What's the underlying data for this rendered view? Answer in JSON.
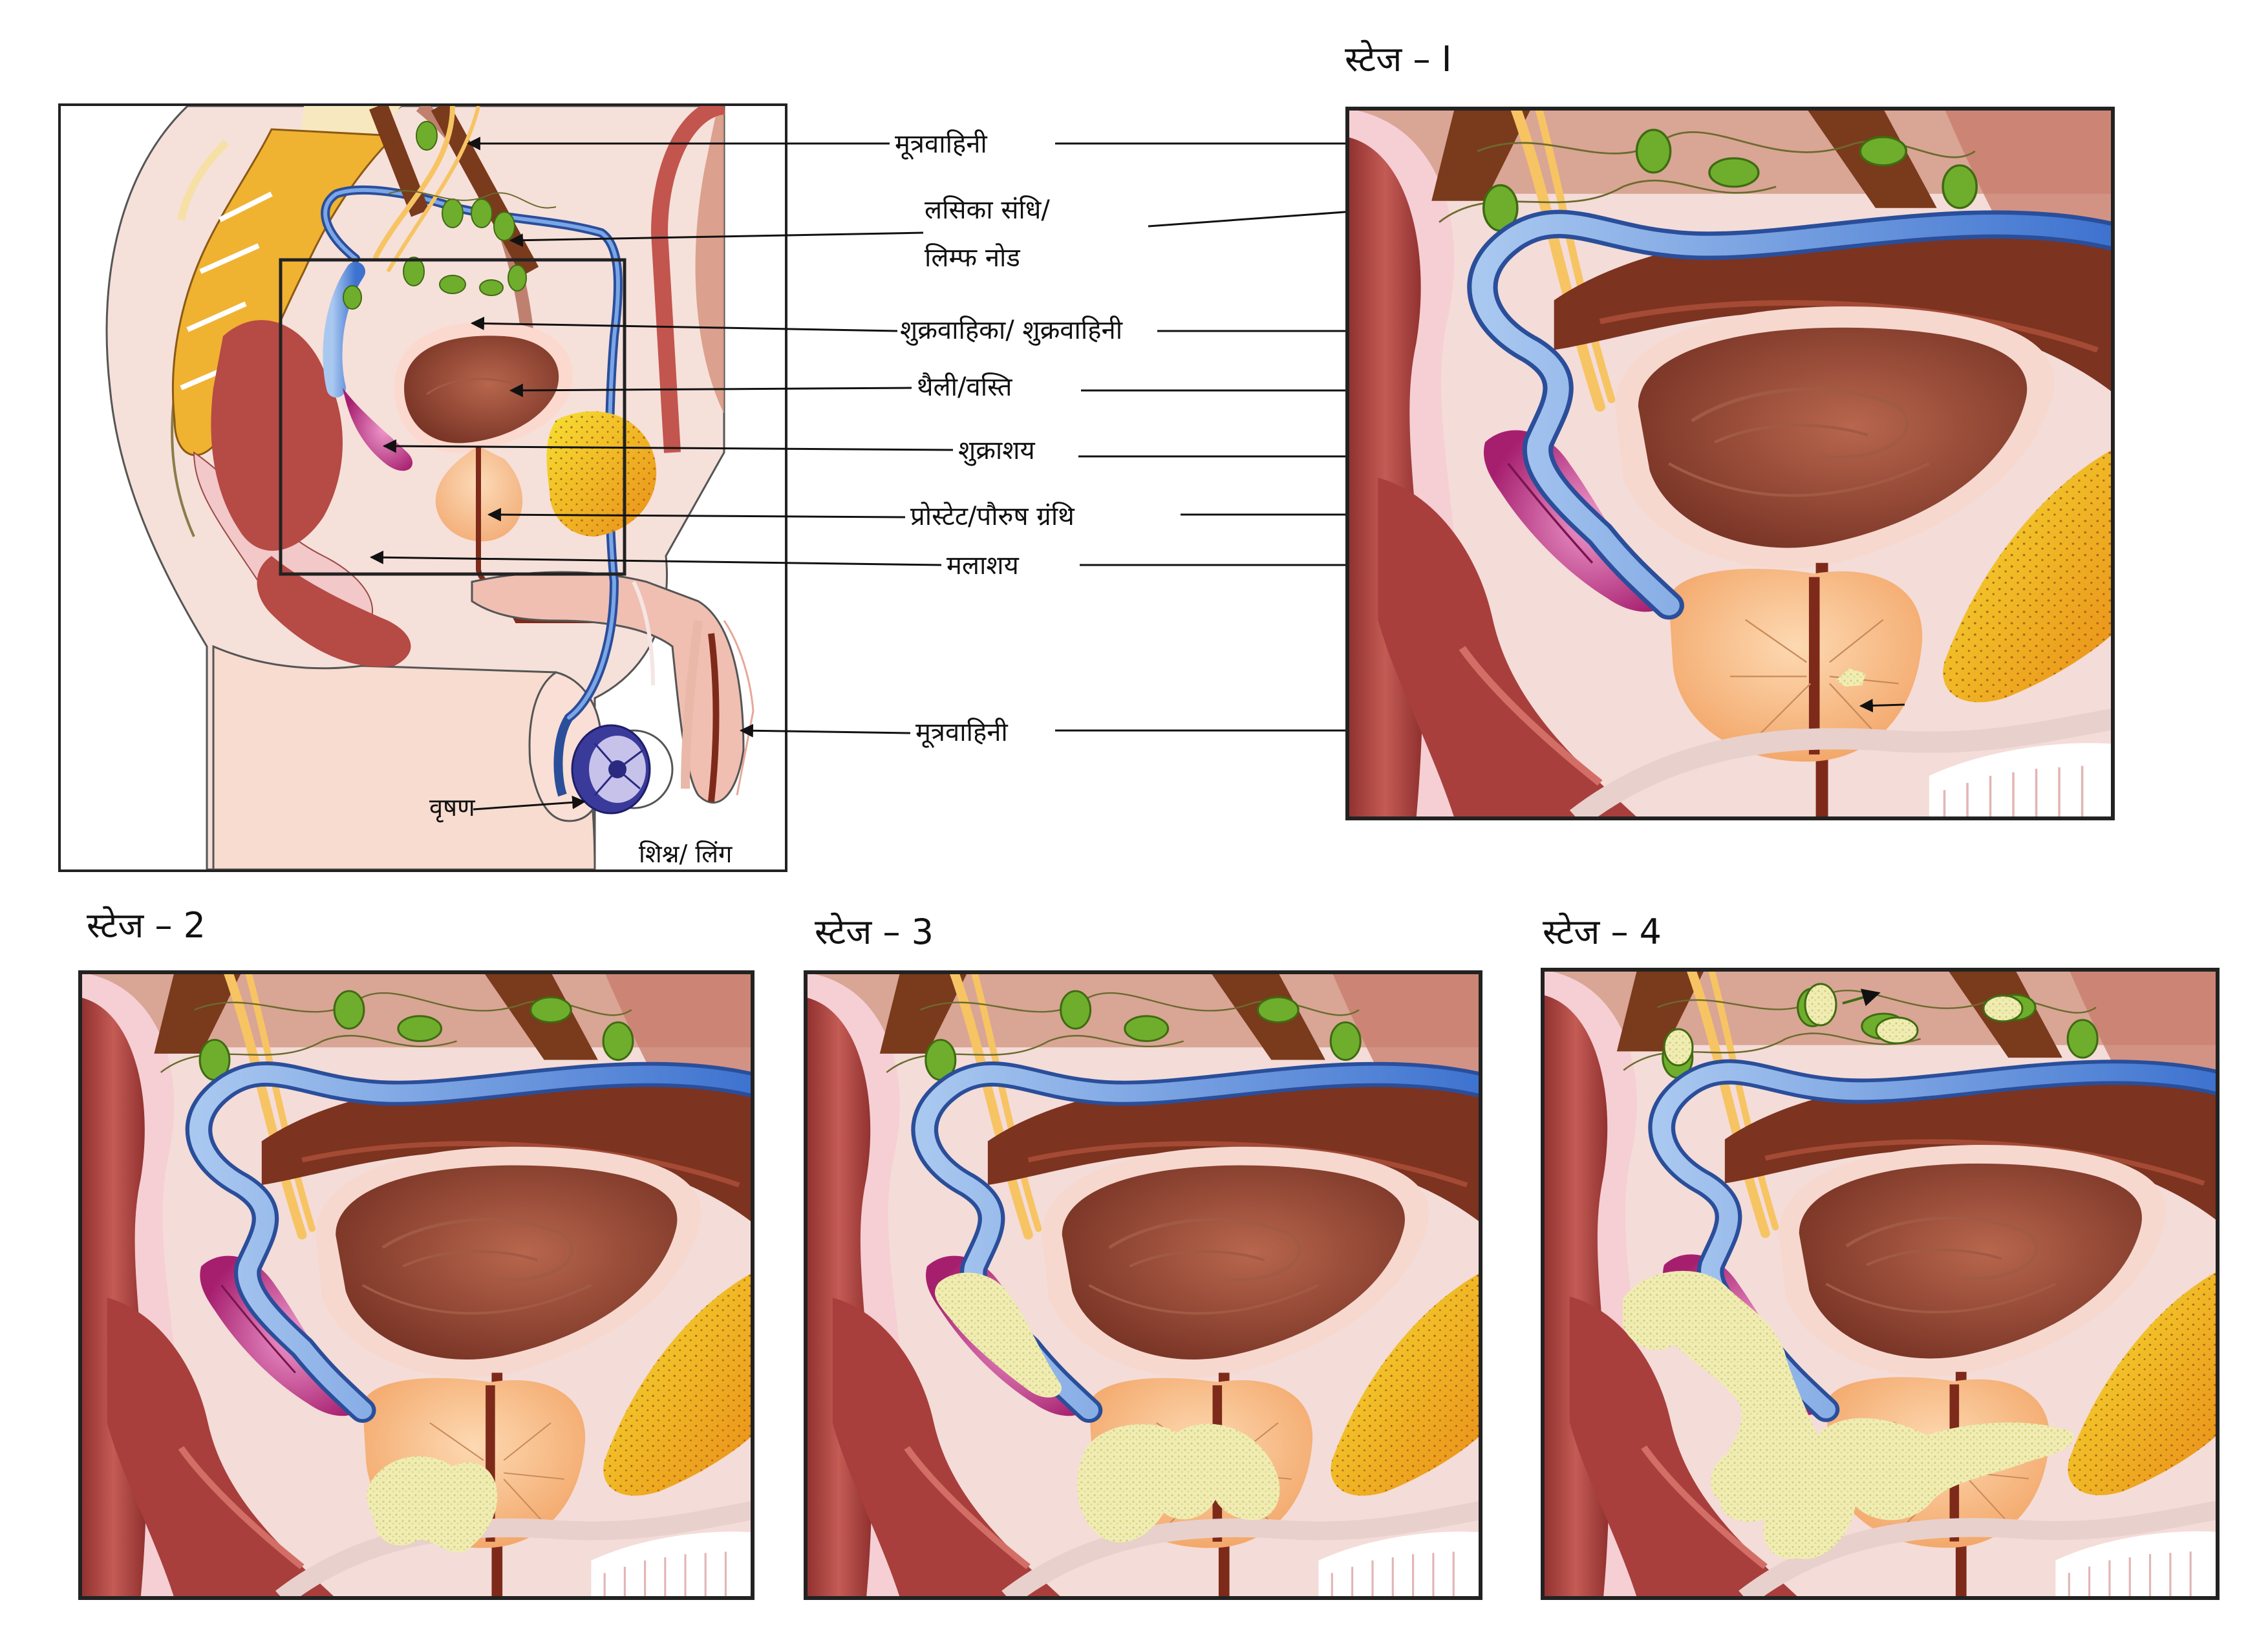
{
  "overview": {
    "labels": {
      "ureter": "मूत्रवाहिनी",
      "lymph_node_1": "लसिका संधि/",
      "lymph_node_2": "लिम्फ नोड",
      "vas_deferens": "शुक्रवाहिका/ शुक्रवाहिनी",
      "bladder": "थैली/वस्ति",
      "seminal_vesicle": "शुक्राशय",
      "prostate": "प्रोस्टेट/पौरुष ग्रंथि",
      "rectum": "मलाशय",
      "urethra": "मूत्रवाहिनी",
      "testis": "वृषण",
      "penis": "शिश्न/ लिंग"
    }
  },
  "stages": {
    "stage1": "स्टेज – I",
    "stage2": "स्टेज – 2",
    "stage3": "स्टेज – 3",
    "stage4": "स्टेज – 4"
  },
  "colors": {
    "tissue_pink": "#f3d7d3",
    "rectum": "#a83f3c",
    "bladder": "#8e4532",
    "vas_deferens": "#3c6fd0",
    "seminal_vesicle": "#b8287d",
    "prostate": "#f8b67f",
    "lymph_node": "#6fae2c",
    "tumor": "#f1ebb0",
    "bone": "#f0b231"
  }
}
